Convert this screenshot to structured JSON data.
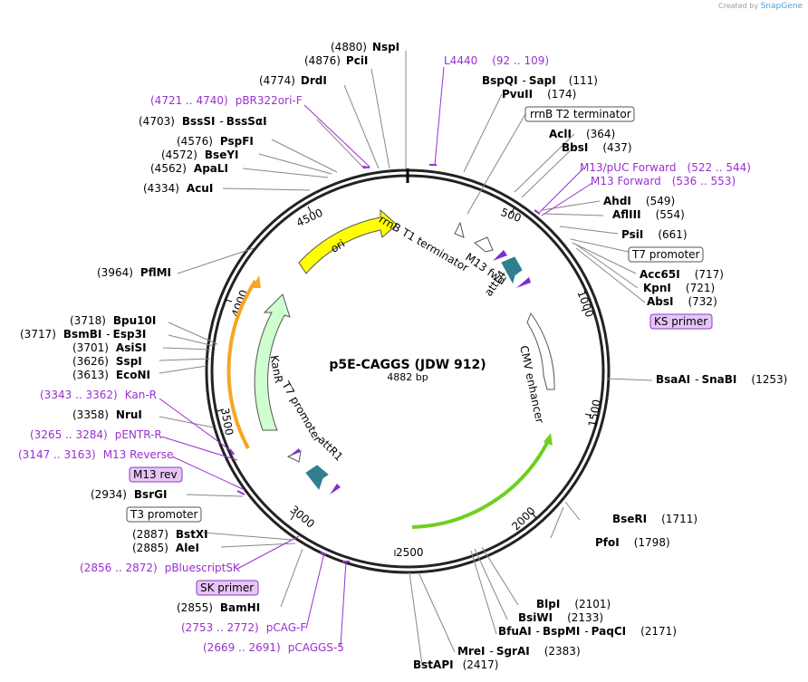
{
  "branding": {
    "created_by": "Created by",
    "product": "SnapGene"
  },
  "plasmid": {
    "name": "p5E-CAGGS (JDW 912)",
    "size_label": "4882 bp"
  },
  "ruler_ticks": [
    "500",
    "1000",
    "1500",
    "2000",
    "2500",
    "3000",
    "3500",
    "4000",
    "4500"
  ],
  "features": [
    {
      "name": "ori",
      "color": "#ffff00"
    },
    {
      "name": "KanR",
      "color": "#cfffcf"
    },
    {
      "name": "T7 promoter",
      "color": "#ffffff"
    },
    {
      "name": "attR1",
      "color": "#2f7f8f"
    },
    {
      "name": "rrnB T1 terminator",
      "color": "#ffffff"
    },
    {
      "name": "M13 fwd",
      "color": "#7b2fd0"
    },
    {
      "name": "attL4",
      "color": "#2f7f8f"
    },
    {
      "name": "CMV enhancer",
      "color": "#ffffff"
    },
    {
      "name": "orange arc",
      "color": "#f5a623"
    },
    {
      "name": "green arc",
      "color": "#6fcf1f"
    }
  ],
  "labels_right": [
    {
      "pos": "(4880)",
      "name": "NspI"
    },
    {
      "pos": "(4876)",
      "name": "PciI"
    },
    {
      "pos": "(4774)",
      "name": "DrdI"
    },
    {
      "name": "BspQI",
      "sep": "-",
      "name2": "SapI",
      "pos": "(111)"
    },
    {
      "name": "PvuII",
      "pos": "(174)"
    },
    {
      "name": "AclI",
      "pos": "(364)"
    },
    {
      "name": "BbsI",
      "pos": "(437)"
    },
    {
      "name": "AhdI",
      "pos": "(549)"
    },
    {
      "name": "AflIII",
      "pos": "(554)"
    },
    {
      "name": "PsiI",
      "pos": "(661)"
    },
    {
      "name": "Acc65I",
      "pos": "(717)"
    },
    {
      "name": "KpnI",
      "pos": "(721)"
    },
    {
      "name": "AbsI",
      "pos": "(732)"
    },
    {
      "name": "BsaAI",
      "sep": "-",
      "name2": "SnaBI",
      "pos": "(1253)"
    },
    {
      "name": "BseRI",
      "pos": "(1711)"
    },
    {
      "name": "PfoI",
      "pos": "(1798)"
    },
    {
      "name": "BlpI",
      "pos": "(2101)"
    },
    {
      "name": "BsiWI",
      "pos": "(2133)"
    },
    {
      "name": "BfuAI",
      "sep": "-",
      "name2": "BspMI",
      "sep2": "-",
      "name3": "PaqCI",
      "pos": "(2171)"
    },
    {
      "name": "MreI",
      "sep": "-",
      "name2": "SgrAI",
      "pos": "(2383)"
    },
    {
      "name": "BstAPI",
      "pos": "(2417)"
    }
  ],
  "labels_left": [
    {
      "pos": "(4703)",
      "name": "BssSI",
      "sep": "-",
      "name2": "BssSαI"
    },
    {
      "pos": "(4576)",
      "name": "PspFI"
    },
    {
      "pos": "(4572)",
      "name": "BseYI"
    },
    {
      "pos": "(4562)",
      "name": "ApaLI"
    },
    {
      "pos": "(4334)",
      "name": "AcuI"
    },
    {
      "pos": "(3964)",
      "name": "PflMI"
    },
    {
      "pos": "(3718)",
      "name": "Bpu10I"
    },
    {
      "pos": "(3717)",
      "name": "BsmBI",
      "sep": "-",
      "name2": "Esp3I"
    },
    {
      "pos": "(3701)",
      "name": "AsiSI"
    },
    {
      "pos": "(3626)",
      "name": "SspI"
    },
    {
      "pos": "(3613)",
      "name": "EcoNI"
    },
    {
      "pos": "(3358)",
      "name": "NruI"
    },
    {
      "pos": "(2934)",
      "name": "BsrGI"
    },
    {
      "pos": "(2887)",
      "name": "BstXI"
    },
    {
      "pos": "(2885)",
      "name": "AleI"
    },
    {
      "pos": "(2855)",
      "name": "BamHI"
    }
  ],
  "primers": [
    {
      "name": "L4440",
      "range": "(92 .. 109)"
    },
    {
      "name": "M13/pUC Forward",
      "range": "(522 .. 544)"
    },
    {
      "name": "M13 Forward",
      "range": "(536 .. 553)"
    },
    {
      "name": "pBR322ori-F",
      "range": "(4721 .. 4740)"
    },
    {
      "name": "Kan-R",
      "range": "(3343 .. 3362)"
    },
    {
      "name": "pENTR-R",
      "range": "(3265 .. 3284)"
    },
    {
      "name": "M13 Reverse",
      "range": "(3147 .. 3163)"
    },
    {
      "name": "pBluescriptSK",
      "range": "(2856 .. 2872)"
    },
    {
      "name": "pCAG-F",
      "range": "(2753 .. 2772)"
    },
    {
      "name": "pCAGGS-5",
      "range": "(2669 .. 2691)"
    }
  ],
  "boxed_labels": [
    {
      "text": "rrnB T2 terminator",
      "style": "plain"
    },
    {
      "text": "T7 promoter",
      "style": "plain"
    },
    {
      "text": "KS primer",
      "style": "primer"
    },
    {
      "text": "M13 rev",
      "style": "primer"
    },
    {
      "text": "T3 promoter",
      "style": "plain"
    },
    {
      "text": "SK primer",
      "style": "primer"
    }
  ]
}
